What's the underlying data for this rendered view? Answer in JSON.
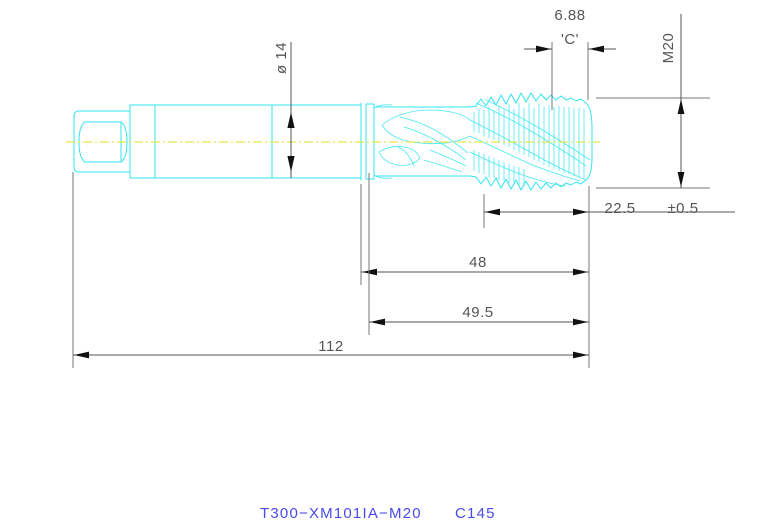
{
  "drawing": {
    "type": "engineering-part-drawing",
    "subject": "spiral-flute machine tap",
    "background_color": "#ffffff",
    "part_outline_color": "#33e4f0",
    "centerline_color": "#e8e84a",
    "dimension_color": "#555555",
    "title_color": "#4a4ae8"
  },
  "dimensions": {
    "diameter_shank": {
      "label": "ø 14",
      "value": 14,
      "symbol": "ø",
      "orientation": "vertical",
      "unit": "mm"
    },
    "chamfer_c": {
      "label": "6.88",
      "value": 6.88,
      "note": "'C'",
      "orientation": "horizontal",
      "unit": "mm"
    },
    "thread_designation": {
      "label": "M20",
      "orientation": "vertical",
      "unit": ""
    },
    "thread_length": {
      "label": "22.5",
      "tolerance": "±0.5",
      "value": 22.5,
      "orientation": "horizontal",
      "unit": "mm"
    },
    "flute_length": {
      "label": "48",
      "value": 48,
      "orientation": "horizontal",
      "unit": "mm"
    },
    "flute_length_total": {
      "label": "49.5",
      "value": 49.5,
      "orientation": "horizontal",
      "unit": "mm"
    },
    "overall_length": {
      "label": "112",
      "value": 112,
      "orientation": "horizontal",
      "unit": "mm"
    }
  },
  "title_block": {
    "part_number": "T300−XM101IA−M20",
    "code": "C145"
  }
}
